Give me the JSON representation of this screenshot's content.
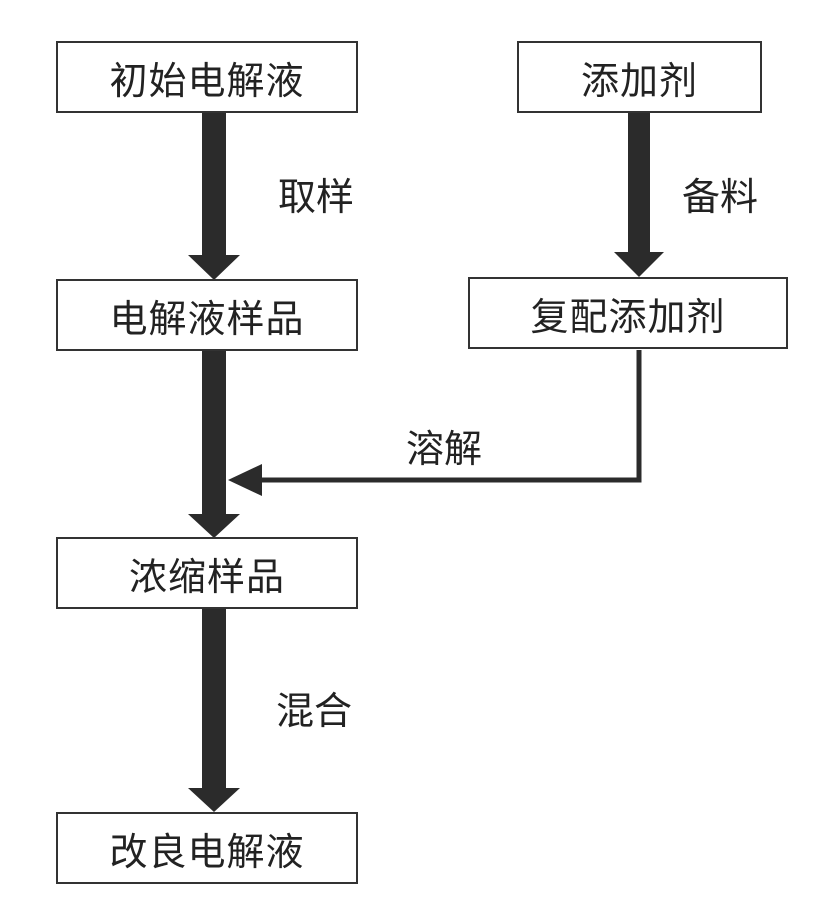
{
  "boxes": {
    "initial_electrolyte": "初始电解液",
    "additive": "添加剂",
    "electrolyte_sample": "电解液样品",
    "compound_additive": "复配添加剂",
    "concentrated_sample": "浓缩样品",
    "improved_electrolyte": "改良电解液"
  },
  "edges": {
    "sampling": "取样",
    "preparation": "备料",
    "dissolving": "溶解",
    "mixing": "混合"
  },
  "colors": {
    "box_border": "#333333",
    "arrow": "#2b2b2b",
    "text": "#222222"
  }
}
